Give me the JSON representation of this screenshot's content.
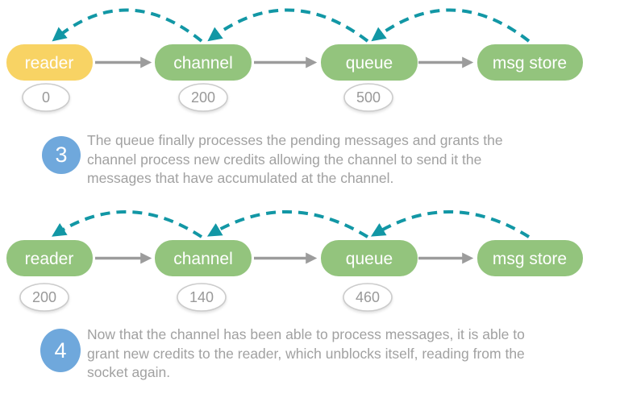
{
  "colors": {
    "reader_blocked_yellow": "#F8D364",
    "node_green": "#93C47D",
    "credit_arc_teal": "#1297A5",
    "flow_arrow_gray": "#9C9C9C",
    "step_badge_blue": "#6FA8DC",
    "step_text_gray": "#A1A1A1",
    "credit_value_gray": "#999999"
  },
  "diagram1": {
    "nodes": [
      {
        "label": "reader",
        "color": "#F8D364"
      },
      {
        "label": "channel",
        "color": "#93C47D"
      },
      {
        "label": "queue",
        "color": "#93C47D"
      },
      {
        "label": "msg store",
        "color": "#93C47D"
      }
    ],
    "credits": [
      {
        "value": "0"
      },
      {
        "value": "200"
      },
      {
        "value": "500"
      }
    ]
  },
  "step3": {
    "number": "3",
    "lines": [
      "The queue finally processes the pending messages and grants the",
      "channel process new credits allowing the channel to send it the",
      "messages that have accumulated at the channel."
    ]
  },
  "diagram2": {
    "nodes": [
      {
        "label": "reader",
        "color": "#93C47D"
      },
      {
        "label": "channel",
        "color": "#93C47D"
      },
      {
        "label": "queue",
        "color": "#93C47D"
      },
      {
        "label": "msg store",
        "color": "#93C47D"
      }
    ],
    "credits": [
      {
        "value": "200"
      },
      {
        "value": "140"
      },
      {
        "value": "460"
      }
    ]
  },
  "step4": {
    "number": "4",
    "lines": [
      "Now that the channel has been able to process messages, it is able to",
      "grant new credits to the reader, which unblocks itself, reading from the",
      "socket again."
    ]
  }
}
